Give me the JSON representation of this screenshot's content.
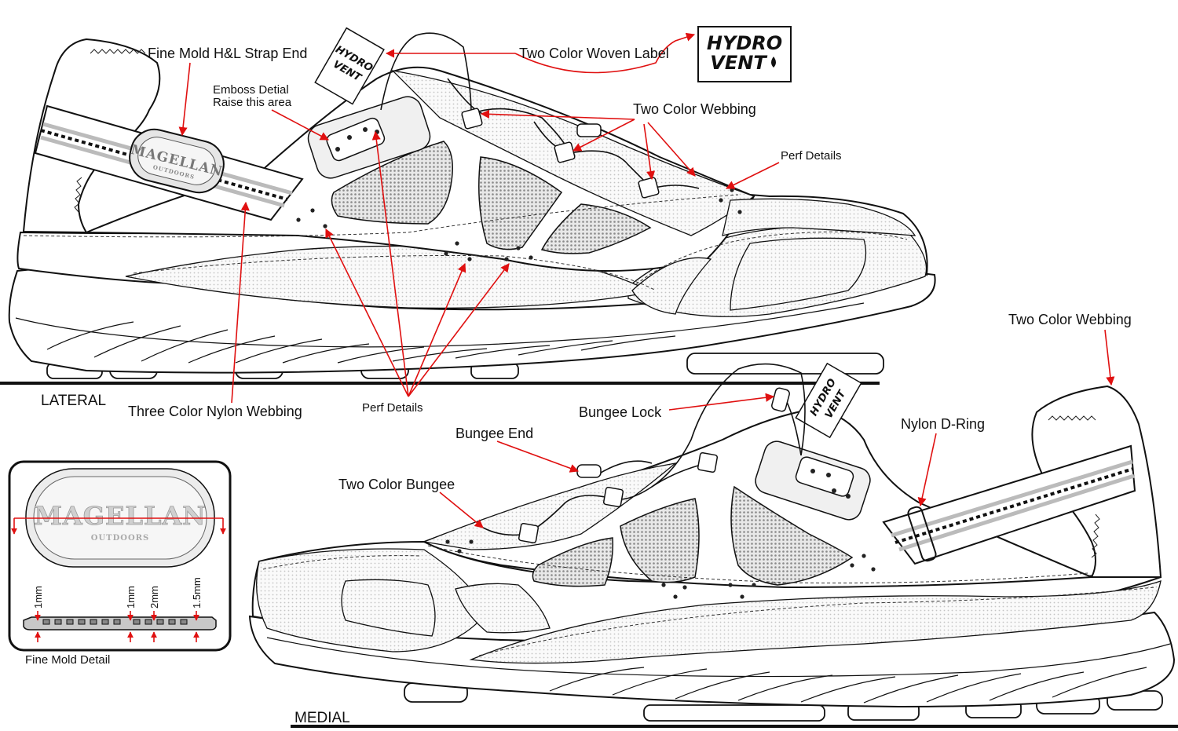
{
  "views": {
    "lateral": "LATERAL",
    "medial": "MEDIAL"
  },
  "logos": {
    "hydrovent_line1": "HYDRO",
    "hydrovent_line2": "VENT",
    "magellan_name": "MAGELLAN",
    "magellan_sub": "OUTDOORS"
  },
  "callouts": {
    "fine_mold_strap_end": "Fine Mold H&L Strap End",
    "emboss_line1": "Emboss Detial",
    "emboss_line2": "Raise this area",
    "two_color_woven_label": "Two Color Woven Label",
    "two_color_webbing_top": "Two Color Webbing",
    "perf_details_right": "Perf Details",
    "two_color_webbing_medial": "Two Color Webbing",
    "three_color_nylon_webbing": "Three Color Nylon Webbing",
    "perf_details_center": "Perf Details",
    "bungee_lock": "Bungee Lock",
    "nylon_d_ring": "Nylon D-Ring",
    "bungee_end": "Bungee End",
    "two_color_bungee": "Two Color Bungee"
  },
  "fine_mold_detail": {
    "caption": "Fine Mold Detail",
    "dimensions": [
      "1mm",
      "1mm",
      "2mm",
      "1.5mm"
    ]
  },
  "colors": {
    "leader": "#e01010",
    "line": "#111111",
    "mesh": "#9a9a9a"
  }
}
